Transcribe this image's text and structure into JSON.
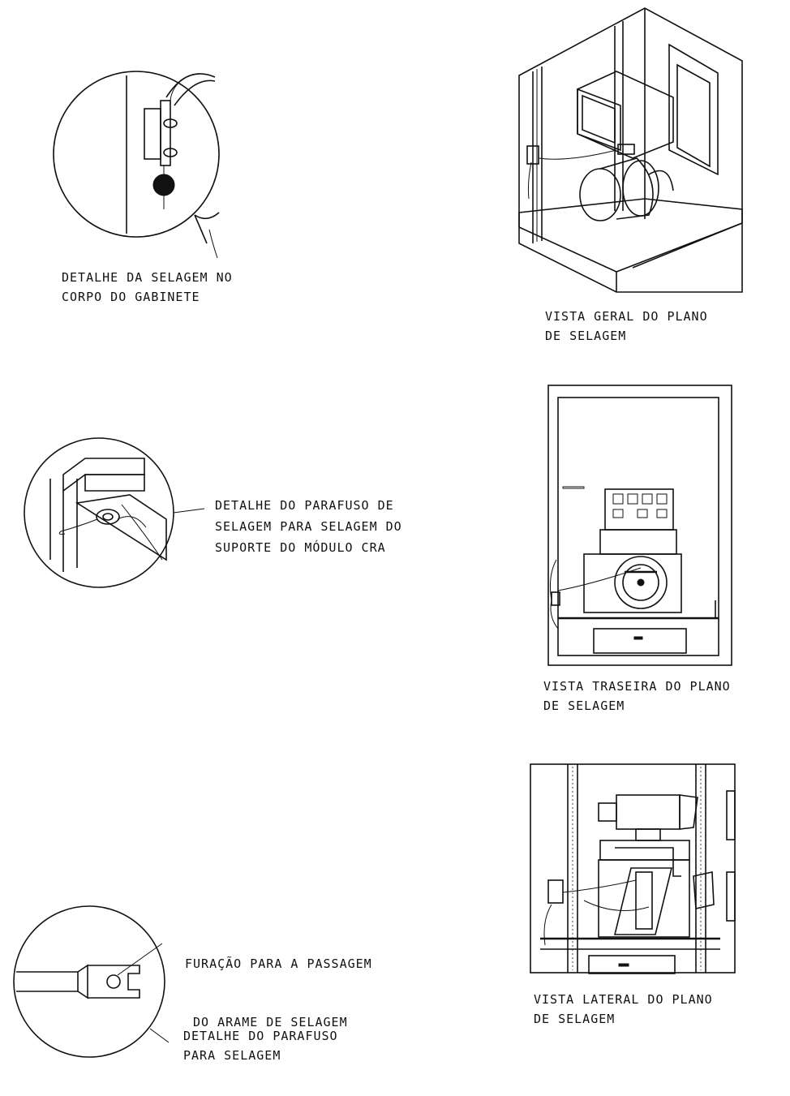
{
  "details": {
    "cabinet_seal": {
      "line1": "DETALHE DA SELAGEM NO",
      "line2": "CORPO DO GABINETE"
    },
    "cra_screw": {
      "line1": "DETALHE DO PARAFUSO DE",
      "line2": "SELAGEM PARA SELAGEM DO",
      "line3": "SUPORTE DO MÓDULO CRA"
    },
    "wire_hole": {
      "line1": "FURAÇÃO PARA A PASSAGEM",
      "line2": " DO ARAME DE SELAGEM"
    },
    "screw_detail": {
      "line1": "DETALHE DO PARAFUSO",
      "line2": "PARA SELAGEM"
    }
  },
  "views": {
    "general": {
      "line1": "VISTA GERAL DO PLANO",
      "line2": "DE SELAGEM"
    },
    "rear": {
      "line1": "VISTA TRASEIRA DO PLANO",
      "line2": "DE SELAGEM"
    },
    "side": {
      "line1": "VISTA LATERAL DO PLANO",
      "line2": "DE SELAGEM"
    }
  }
}
